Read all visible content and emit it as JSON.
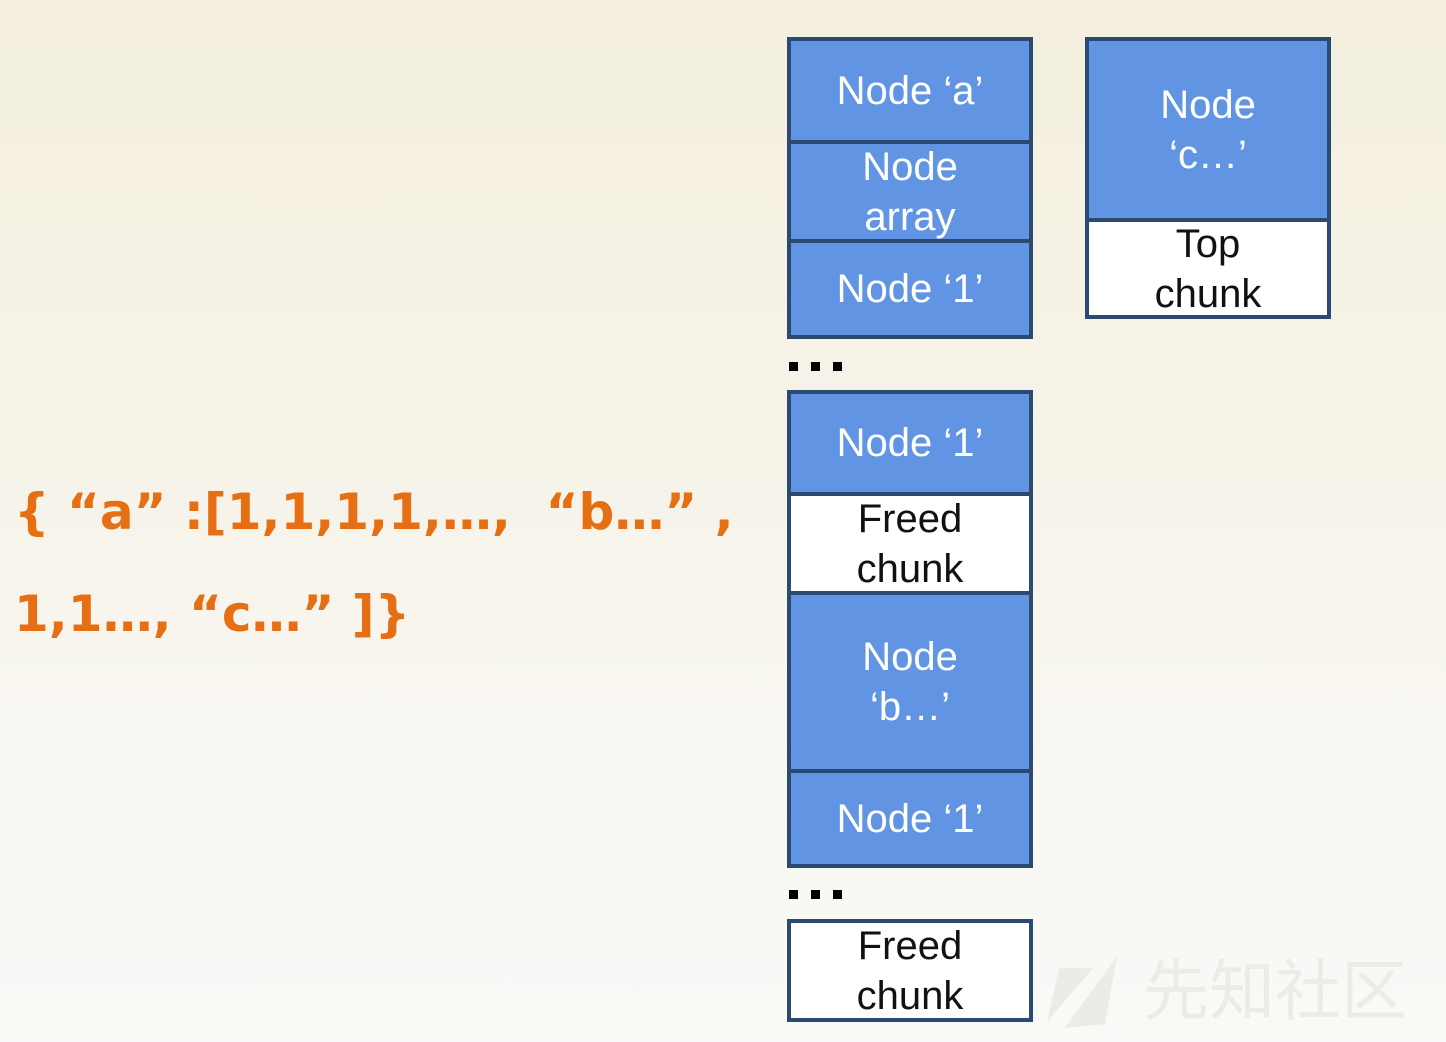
{
  "json_text": {
    "line1": "{ “a” :[1,1,1,1,…,  “b…” ,",
    "line2": "1,1…, “c…” ]}"
  },
  "memory": {
    "column1": {
      "group1": [
        "Node ‘a’",
        "Node\narray",
        "Node ‘1’"
      ],
      "group2": [
        "Node ‘1’",
        "Freed\nchunk",
        "Node\n‘b…’",
        "Node ‘1’"
      ],
      "group3": [
        "Freed\nchunk"
      ]
    },
    "column2": [
      "Node\n‘c…’",
      "Top\nchunk"
    ]
  },
  "watermark": {
    "text": "先知社区"
  },
  "colors": {
    "json_text": "#e76f13",
    "node_fill": "#6195e3",
    "chunk_fill": "#ffffff",
    "border": "#2a4a72"
  }
}
